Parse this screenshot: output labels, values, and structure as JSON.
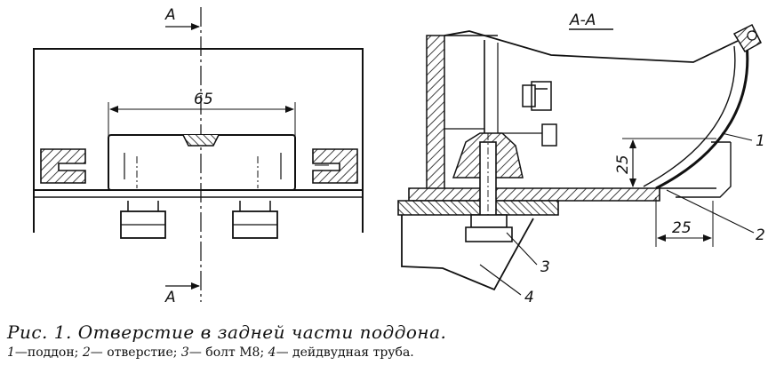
{
  "section_marks": {
    "top": "A",
    "bottom": "A",
    "view": "А-А"
  },
  "dimensions": {
    "width_65": "65",
    "height_25": "25",
    "width_25": "25"
  },
  "callouts": [
    "1",
    "2",
    "3",
    "4"
  ],
  "caption": {
    "title": "Рис. 1. Отверстие в задней части поддона.",
    "legend": [
      {
        "num": "1",
        "text": "—поддон; "
      },
      {
        "num": "2",
        "text": "— отверстие; "
      },
      {
        "num": "3",
        "text": "— болт М8; "
      },
      {
        "num": "4",
        "text": "— дейдвудная труба."
      }
    ]
  }
}
